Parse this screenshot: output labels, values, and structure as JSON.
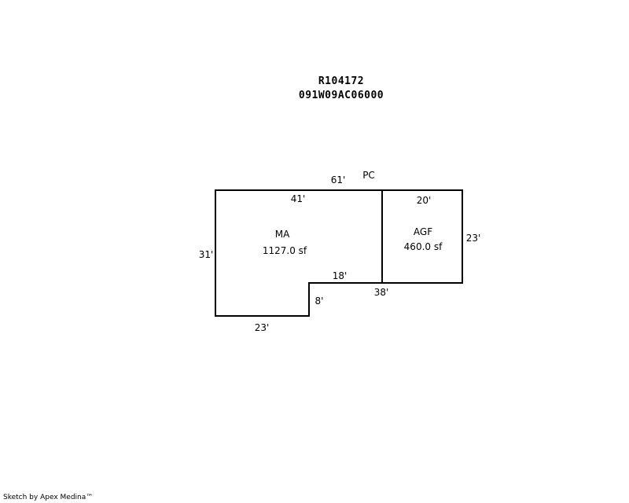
{
  "header": {
    "parcel_id": "R104172",
    "map_number": "091W09AC06000"
  },
  "sketch": {
    "units": "ft",
    "areas": [
      {
        "code": "MA",
        "area": "1127.0 sf"
      },
      {
        "code": "AGF",
        "area": "460.0 sf"
      }
    ],
    "dimensions": {
      "ma_top": "41'",
      "ma_left": "31'",
      "ma_bottom": "23'",
      "ma_step_vertical": "8'",
      "ma_step_horizontal": "18'",
      "agf_top": "20'",
      "agf_right": "23'",
      "overall_top": "61'",
      "overall_bottom": "38'"
    },
    "labels": {
      "pc": "PC"
    }
  },
  "footer": {
    "credit": "Sketch by Apex Medina™"
  }
}
